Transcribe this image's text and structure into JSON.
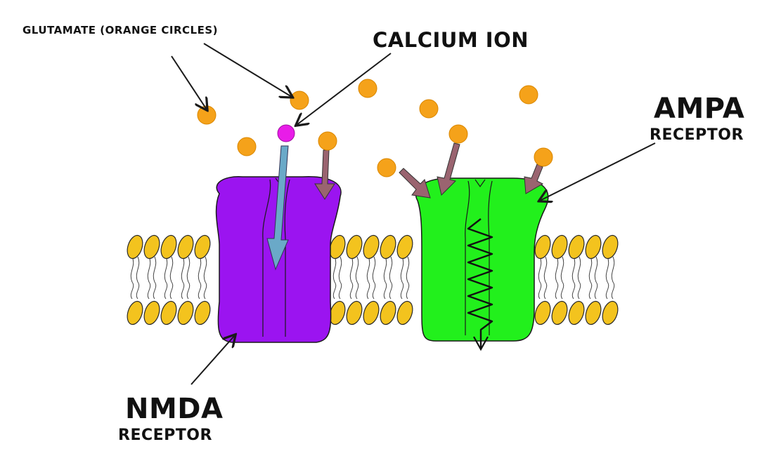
{
  "labels": {
    "glutamate": "GLUTAMATE (ORANGE CIRCLES)",
    "calcium": "CALCIUM ION",
    "ampa_name": "AMPA",
    "ampa_sub": "RECEPTOR",
    "nmda_name": "NMDA",
    "nmda_sub": "RECEPTOR"
  },
  "colors": {
    "glutamate": "#f5a21a",
    "calcium": "#e81ce8",
    "nmda": "#9b14f0",
    "ampa": "#22f01c",
    "lipid_head": "#f3c31e",
    "binding_arrow": "#9a6470",
    "ion_arrow": "#6aa9c8",
    "outline": "#1a1a1a"
  }
}
